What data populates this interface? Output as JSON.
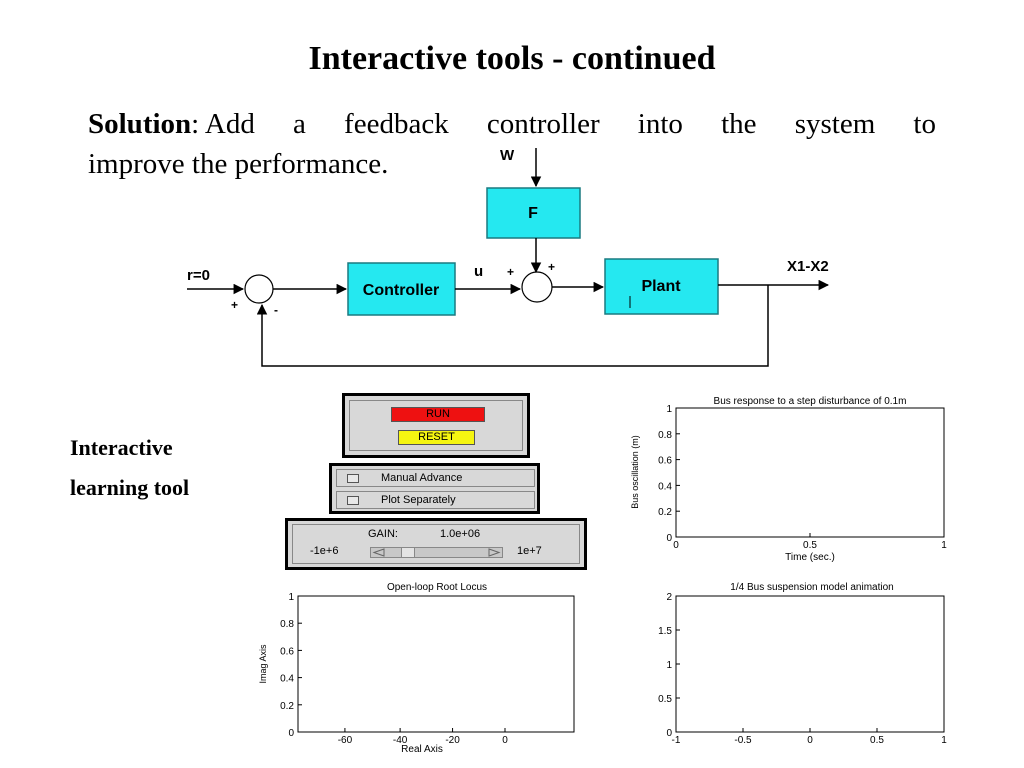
{
  "slide": {
    "title": "Interactive tools - continued",
    "solution_bold": "Solution",
    "solution_words": [
      ": Add",
      "a",
      "feedback",
      "controller",
      "into",
      "the",
      "system",
      "to"
    ],
    "solution_line2": "improve the performance."
  },
  "diagram": {
    "input_label": "r=0",
    "disturbance_label": "W",
    "f_block": "F",
    "controller_block": "Controller",
    "plant_block": "Plant",
    "u_label": "u",
    "output_label": "X1-X2",
    "sum1_plus": "+",
    "sum1_minus": "-",
    "sum2_plus_left": "+",
    "sum2_plus_top": "+",
    "block_color": "#25e8f0"
  },
  "side_label": {
    "line1": "Interactive",
    "line2": "learning tool"
  },
  "controls": {
    "run_label": "RUN",
    "reset_label": "RESET",
    "run_color": "#ee1111",
    "reset_color": "#f5f511",
    "manual_advance": "Manual Advance",
    "plot_separately": "Plot Separately",
    "gain_label": "GAIN:",
    "gain_value": "1.0e+06",
    "slider_min": "-1e+6",
    "slider_max": "1e+7",
    "slider_level": 0.17
  },
  "plots": {
    "bus": {
      "title": "Bus response to a step disturbance of 0.1m",
      "ylabel": "Bus oscillation (m)",
      "xlabel": "Time (sec.)",
      "xticks": [
        "0",
        "0.5",
        "1"
      ],
      "yticks": [
        "0",
        "0.2",
        "0.4",
        "0.6",
        "0.8",
        "1"
      ]
    },
    "locus": {
      "title": "Open-loop Root Locus",
      "ylabel": "Imag Axis",
      "xlabel": "Real Axis",
      "xticks": [
        "-60",
        "-40",
        "-20",
        "0"
      ],
      "yticks": [
        "0",
        "0.2",
        "0.4",
        "0.6",
        "0.8",
        "1"
      ]
    },
    "anim": {
      "title": "1/4 Bus suspension model animation",
      "xticks": [
        "-1",
        "-0.5",
        "0",
        "0.5",
        "1"
      ],
      "yticks": [
        "0",
        "0.5",
        "1",
        "1.5",
        "2"
      ]
    }
  }
}
